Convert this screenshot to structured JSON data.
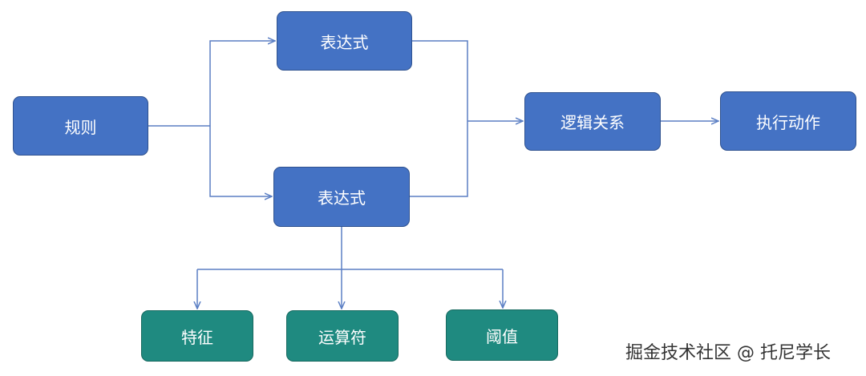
{
  "nodes": {
    "rule": "规则",
    "expression_top": "表达式",
    "expression_bottom": "表达式",
    "logic_relation": "逻辑关系",
    "execute_action": "执行动作",
    "feature": "特征",
    "operator": "运算符",
    "threshold": "阈值"
  },
  "watermark": "掘金技术社区 @ 托尼学长",
  "colors": {
    "process_node": "#4472c4",
    "component_node": "#1f8a80",
    "connector": "#5b7fc4"
  }
}
